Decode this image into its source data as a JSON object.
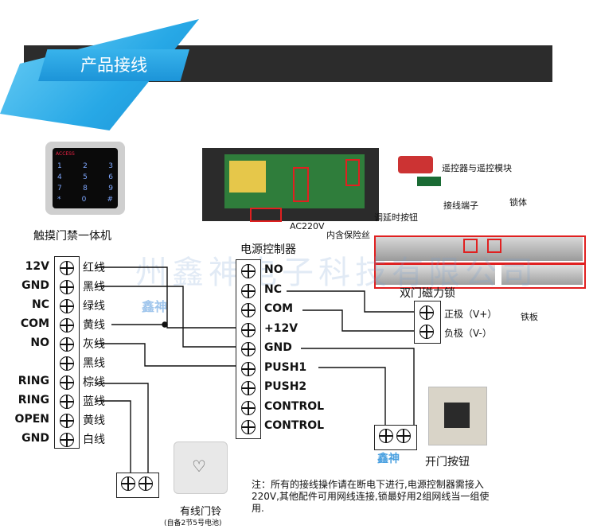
{
  "header": {
    "title": "产品接线"
  },
  "labels": {
    "keypad": "触摸门禁一体机",
    "controller": "电源控制器",
    "remote": "遥控器与遥控模块",
    "delay_btn": "调延时按钮",
    "fuse": "内含保险丝",
    "ac": "AC220V",
    "terminal": "接线端子",
    "lock_body": "锁体",
    "lock": "双门磁力锁",
    "armature": "铁板",
    "exit_button": "开门按钮",
    "bell": "有线门铃",
    "bell_sub": "(自备2节5号电池)",
    "positive": "正极（V+）",
    "negative": "负极（V-）",
    "keypad_brand": "ACCESS",
    "watermark": "州鑫神电子科技有限公司",
    "logo_left": "鑫神",
    "logo_right": "鑫神"
  },
  "keypad_keys": [
    [
      "1",
      "2",
      "3"
    ],
    [
      "4",
      "5",
      "6"
    ],
    [
      "7",
      "8",
      "9"
    ],
    [
      "*",
      "0",
      "#"
    ]
  ],
  "left_terminals": [
    {
      "term": "12V",
      "wire": "红线"
    },
    {
      "term": "GND",
      "wire": "黑线"
    },
    {
      "term": "NC",
      "wire": "绿线"
    },
    {
      "term": "COM",
      "wire": "黄线"
    },
    {
      "term": "NO",
      "wire": "灰线"
    },
    {
      "term": "",
      "wire": "黑线"
    },
    {
      "term": "RING",
      "wire": "棕线"
    },
    {
      "term": "RING",
      "wire": "蓝线"
    },
    {
      "term": "OPEN",
      "wire": "黄线"
    },
    {
      "term": "GND",
      "wire": "白线"
    }
  ],
  "controller_terminals": [
    "NO",
    "NC",
    "COM",
    "+12V",
    "GND",
    "PUSH1",
    "PUSH2",
    "CONTROL",
    "CONTROL"
  ],
  "note": {
    "label": "注：",
    "text": "所有的接线操作请在断电下进行,电源控制器需接入220V,其他配件可用网线连接,锁最好用2组网线当一组使用."
  },
  "colors": {
    "accent": "#27a8e6",
    "banner_dark": "#2c2c2c",
    "highlight": "#e02020"
  }
}
